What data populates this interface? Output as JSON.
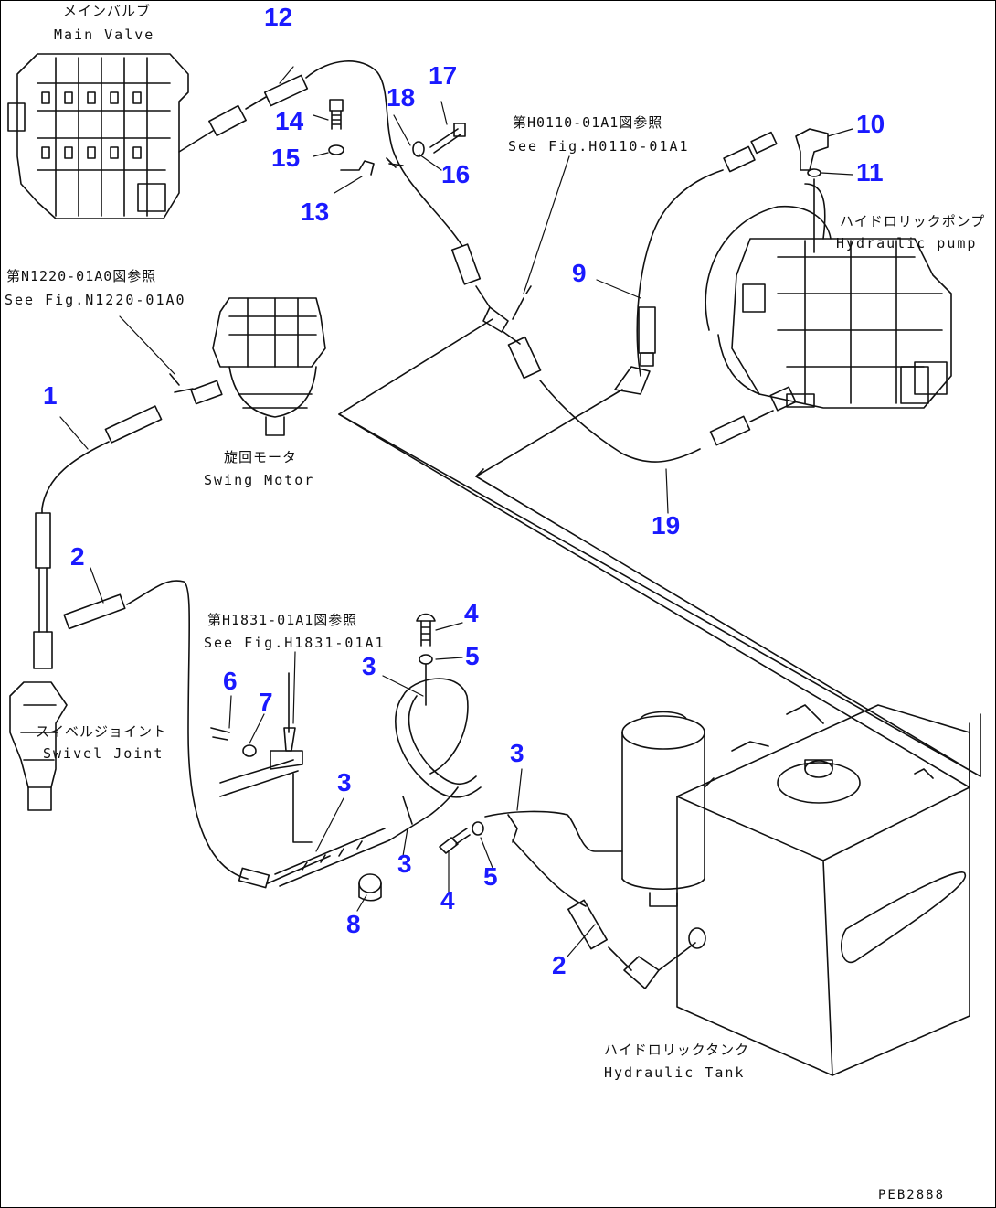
{
  "callouts": [
    {
      "id": "1",
      "text": "1"
    },
    {
      "id": "2a",
      "text": "2"
    },
    {
      "id": "2b",
      "text": "2"
    },
    {
      "id": "3a",
      "text": "3"
    },
    {
      "id": "3b",
      "text": "3"
    },
    {
      "id": "3c",
      "text": "3"
    },
    {
      "id": "3d",
      "text": "3"
    },
    {
      "id": "4a",
      "text": "4"
    },
    {
      "id": "4b",
      "text": "4"
    },
    {
      "id": "5a",
      "text": "5"
    },
    {
      "id": "5b",
      "text": "5"
    },
    {
      "id": "6",
      "text": "6"
    },
    {
      "id": "7",
      "text": "7"
    },
    {
      "id": "8",
      "text": "8"
    },
    {
      "id": "9",
      "text": "9"
    },
    {
      "id": "10",
      "text": "10"
    },
    {
      "id": "11",
      "text": "11"
    },
    {
      "id": "12",
      "text": "12"
    },
    {
      "id": "13",
      "text": "13"
    },
    {
      "id": "14",
      "text": "14"
    },
    {
      "id": "15",
      "text": "15"
    },
    {
      "id": "16",
      "text": "16"
    },
    {
      "id": "17",
      "text": "17"
    },
    {
      "id": "18",
      "text": "18"
    },
    {
      "id": "19",
      "text": "19"
    }
  ],
  "components": {
    "main_valve": {
      "jp": "メインバルブ",
      "en": "Main Valve"
    },
    "swing_motor": {
      "jp": "旋回モータ",
      "en": "Swing Motor"
    },
    "swivel_joint": {
      "jp": "スイベルジョイント",
      "en": "Swivel Joint"
    },
    "hydraulic_pump": {
      "jp": "ハイドロリックポンプ",
      "en": "Hydraulic pump"
    },
    "hydraulic_tank": {
      "jp": "ハイドロリックタンク",
      "en": "Hydraulic Tank"
    }
  },
  "references": {
    "ref_h0110": {
      "jp": "第H0110-01A1図参照",
      "en": "See Fig.H0110-01A1"
    },
    "ref_n1220": {
      "jp": "第N1220-01A0図参照",
      "en": "See Fig.N1220-01A0"
    },
    "ref_h1831": {
      "jp": "第H1831-01A1図参照",
      "en": "See Fig.H1831-01A1"
    }
  },
  "drawing_code": "PEB2888",
  "colors": {
    "callout": "#1a1aff",
    "line": "#111111"
  }
}
